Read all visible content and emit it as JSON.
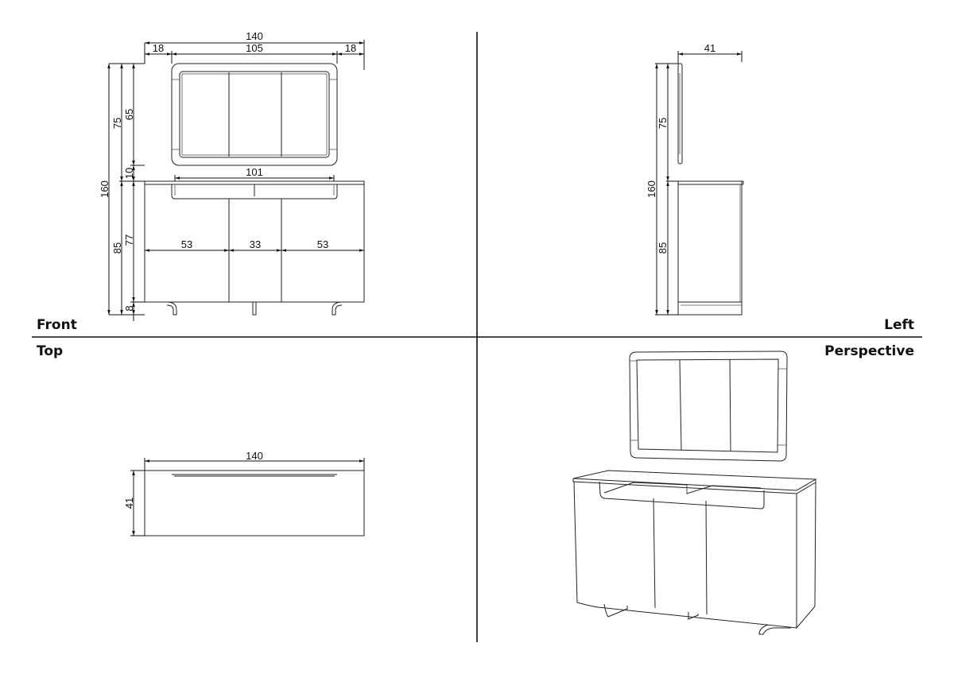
{
  "views": {
    "front": "Front",
    "left": "Left",
    "top": "Top",
    "perspective": "Perspective"
  },
  "front_dims": {
    "total_width": "140",
    "side_left": "18",
    "mirror_width": "105",
    "side_right": "18",
    "shelf_width": "101",
    "door_left": "53",
    "door_middle": "33",
    "door_right": "53",
    "total_height": "160",
    "mirror_zone_height": "75",
    "cabinet_height": "85",
    "mirror_height": "65",
    "gap": "10",
    "body_height": "77",
    "leg_height": "8"
  },
  "left_dims": {
    "depth": "41",
    "total_height": "160",
    "mirror_zone_height": "75",
    "cabinet_height": "85"
  },
  "top_dims": {
    "width": "140",
    "depth": "41"
  }
}
